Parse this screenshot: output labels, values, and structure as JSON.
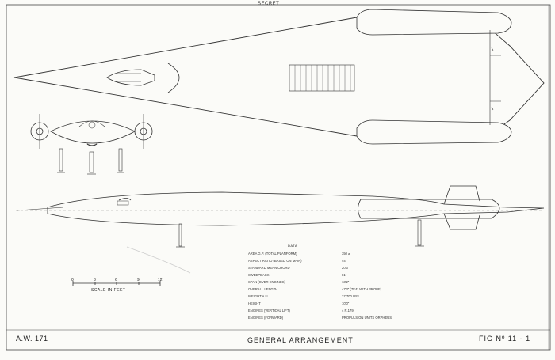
{
  "document": {
    "classification": "SECRET",
    "drawing_number": "A.W. 171",
    "title": "GENERAL ARRANGEMENT",
    "figure_number": "FIG Nº 11 - 1"
  },
  "scale_bar": {
    "label": "SCALE IN FEET",
    "ticks": [
      "0",
      "3",
      "6",
      "9",
      "12"
    ]
  },
  "data_table": {
    "heading": "DATA",
    "rows": [
      {
        "label": "AREA G.P. (TOTAL PLANFORM)",
        "value": "350 ⌀"
      },
      {
        "label": "ASPECT RATIO (BASED ON MAIN)",
        "value": "44"
      },
      {
        "label": "STANDARD MEAN CHORD",
        "value": "20'3\""
      },
      {
        "label": "SWEEPBACK",
        "value": "81°"
      },
      {
        "label": "SPAN (OVER ENGINES)",
        "value": "13'2\""
      },
      {
        "label": "OVERALL LENGTH",
        "value": "47'3\" (75'4\" WITH PROBE)"
      },
      {
        "label": "WEIGHT A.U.",
        "value": "37,700 LBS."
      },
      {
        "label": "HEIGHT",
        "value": "10'0\""
      },
      {
        "label": "ENGINES (VERTICAL LIFT)",
        "value": "4 R.179"
      },
      {
        "label": "ENGINES (FORWARD)",
        "value": "PROPULSION UNITS ORPHEUS"
      }
    ]
  }
}
